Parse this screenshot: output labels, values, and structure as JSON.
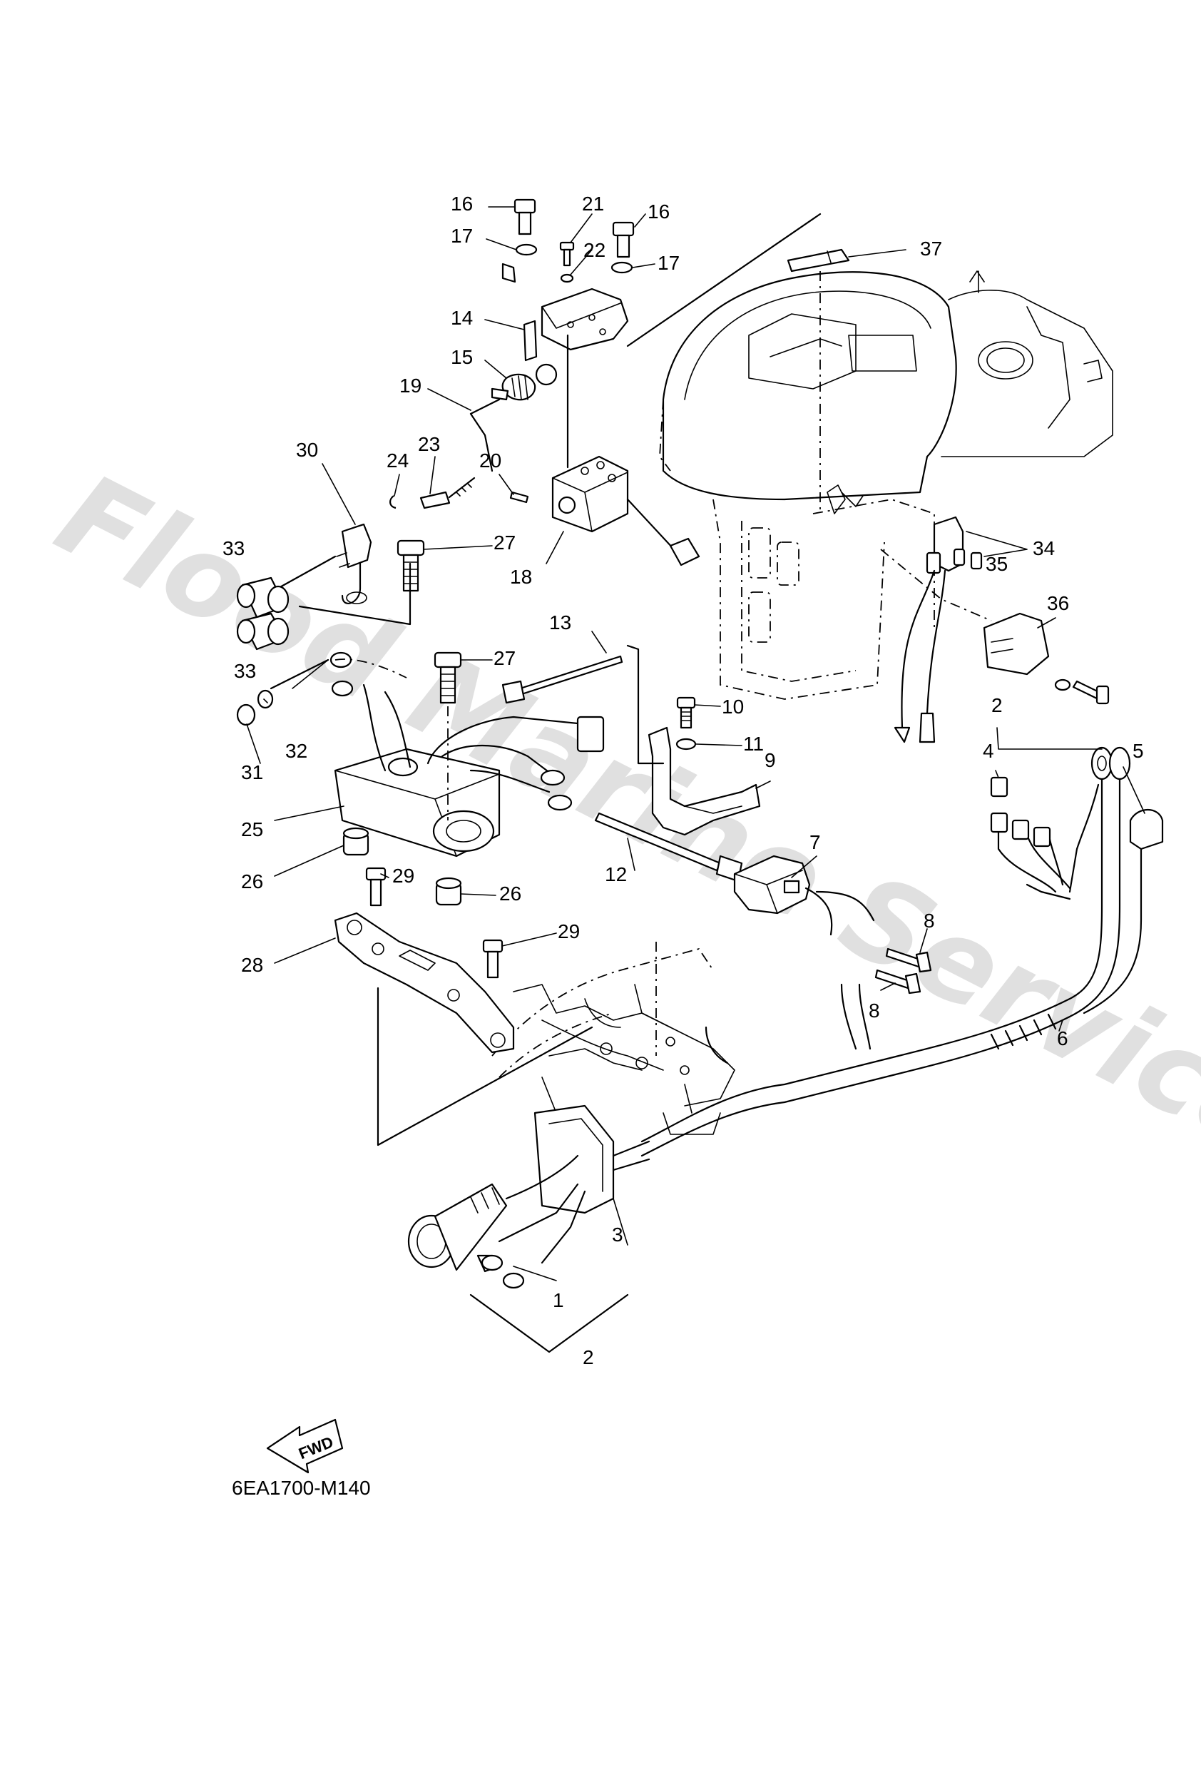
{
  "diagram": {
    "code": "6EA1700-M140",
    "watermark": "Flood Marine Services",
    "fwd_label": "FWD",
    "callouts": {
      "n1": "1",
      "n2a": "2",
      "n2b": "2",
      "n3": "3",
      "n4": "4",
      "n5": "5",
      "n6": "6",
      "n7": "7",
      "n8a": "8",
      "n8b": "8",
      "n9": "9",
      "n10": "10",
      "n11": "11",
      "n12": "12",
      "n13": "13",
      "n14": "14",
      "n15": "15",
      "n16a": "16",
      "n16b": "16",
      "n17a": "17",
      "n17b": "17",
      "n18": "18",
      "n19": "19",
      "n20": "20",
      "n21": "21",
      "n22": "22",
      "n23": "23",
      "n24": "24",
      "n25": "25",
      "n26a": "26",
      "n26b": "26",
      "n27a": "27",
      "n27b": "27",
      "n28": "28",
      "n29a": "29",
      "n29b": "29",
      "n30": "30",
      "n31": "31",
      "n32": "32",
      "n33a": "33",
      "n33b": "33",
      "n34": "34",
      "n35": "35",
      "n36": "36",
      "n37": "37"
    }
  }
}
